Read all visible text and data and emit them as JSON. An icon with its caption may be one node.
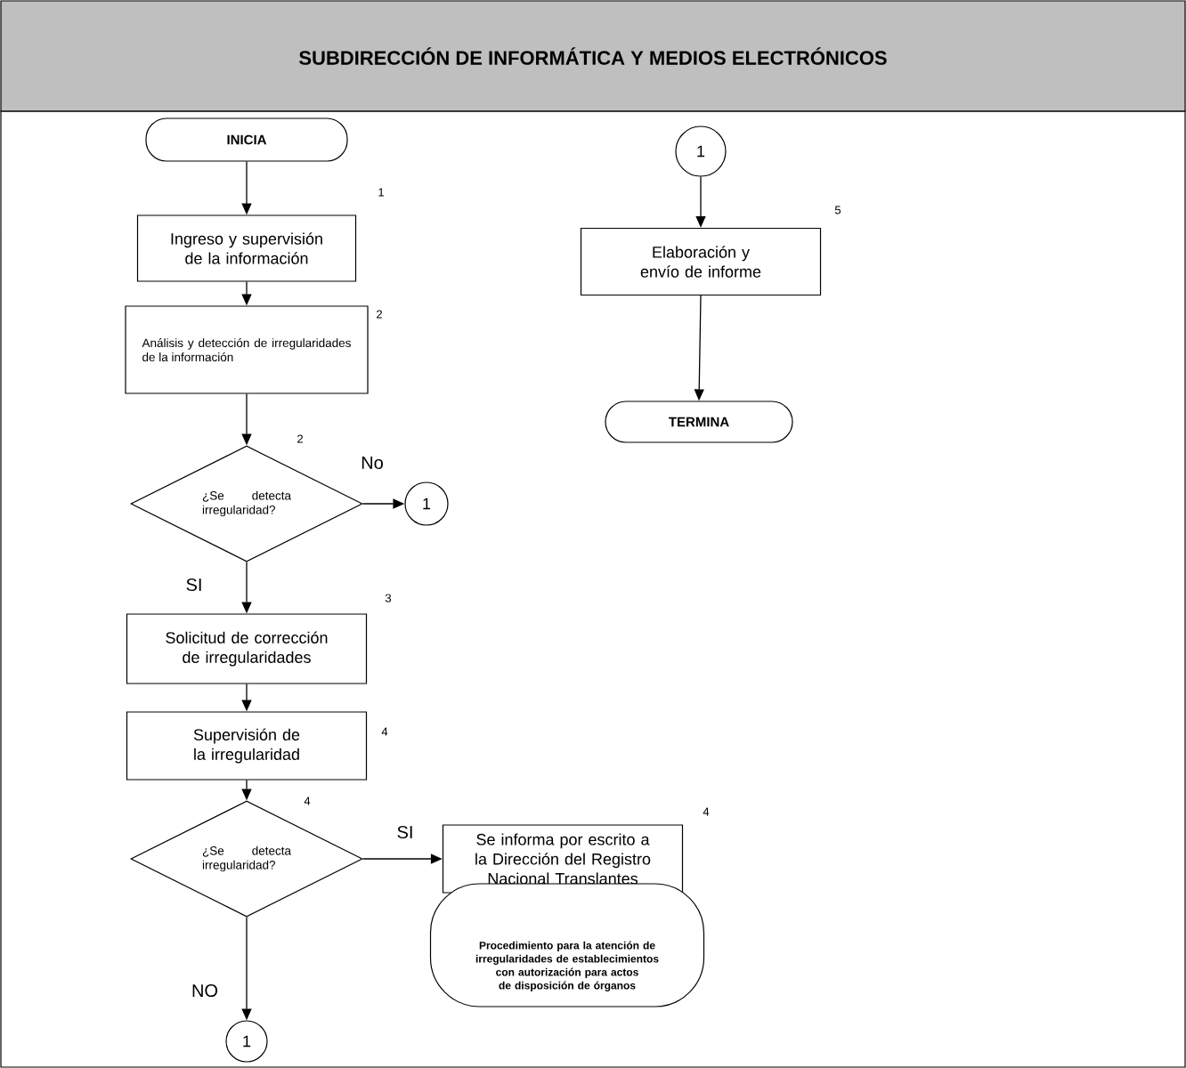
{
  "diagram": {
    "title": "SUBDIRECCIÓN DE INFORMÁTICA Y MEDIOS ELECTRÓNICOS",
    "nodes": [
      {
        "text": [
          "INICIA"
        ]
      },
      {
        "text": [
          "Ingreso y supervisión de la información"
        ],
        "beside": [
          "1"
        ]
      },
      {
        "text": [
          "Análisis y detección de irregularidades de la información"
        ],
        "beside": [
          "2"
        ]
      },
      {
        "text": [
          "¿Se detecta irregularidad?"
        ],
        "beside": [
          "2"
        ]
      },
      {
        "text": [
          "1"
        ]
      },
      {
        "text": [
          "Solicitud de corrección de irregularidades"
        ],
        "beside": [
          "3"
        ]
      },
      {
        "text": [
          "Supervisión de la irregularidad"
        ],
        "beside": [
          "4"
        ]
      },
      {
        "text": [
          "¿Se detecta irregularidad?"
        ],
        "beside": [
          "4"
        ]
      },
      {
        "text": [
          "Se informa por escrito a la Dirección del Registro Nacional Translantes"
        ],
        "beside": [
          "4"
        ]
      },
      {
        "text": [
          "Procedimiento para la atención de irregularidades de establecimientos con autorización para actos de disposición de órganos"
        ]
      },
      {
        "text": [
          "1"
        ]
      },
      {
        "text": [
          "1"
        ]
      },
      {
        "text": [
          "Elaboración y envío de informe"
        ],
        "beside": [
          "5"
        ]
      },
      {
        "text": [
          "TERMINA"
        ]
      }
    ],
    "edges": [
      {
        "from": 0,
        "to": 1,
        "arrow": "to"
      },
      {
        "from": 1,
        "to": 2,
        "arrow": "to"
      },
      {
        "from": 2,
        "to": 3,
        "arrow": "to"
      },
      {
        "from": 3,
        "to": 4,
        "arrow": "to",
        "label": "No"
      },
      {
        "from": 3,
        "to": 5,
        "arrow": "to",
        "label": "SI"
      },
      {
        "from": 5,
        "to": 6,
        "arrow": "to"
      },
      {
        "from": 6,
        "to": 7,
        "arrow": "to"
      },
      {
        "from": 7,
        "to": 8,
        "arrow": "to",
        "label": "SI"
      },
      {
        "from": 7,
        "to": 10,
        "arrow": "to",
        "label": "NO"
      },
      {
        "from": 11,
        "to": 12,
        "arrow": "to"
      },
      {
        "from": 12,
        "to": 13,
        "arrow": "to"
      }
    ]
  }
}
